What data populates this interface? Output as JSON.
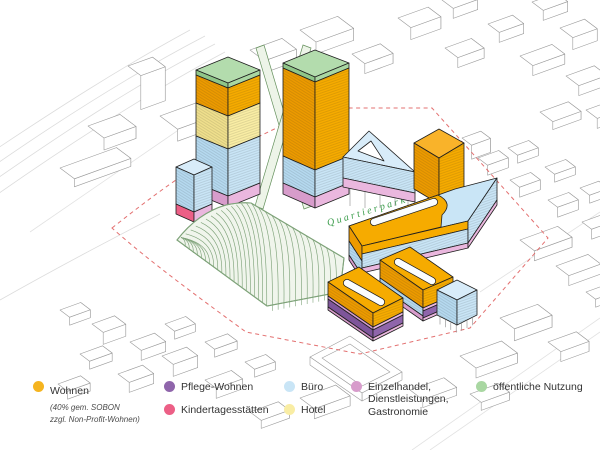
{
  "diagram": {
    "park_label": "Quartierpark"
  },
  "legend": {
    "items": [
      {
        "label": "Wohnen",
        "sublabel": "(40% gem. SOBON\nzzgl. Non-Profit-Wohnen)",
        "color_key": "wohnen"
      },
      {
        "label": "Pflege-Wohnen",
        "color_key": "pflege"
      },
      {
        "label": "Kindertagesstätten",
        "color_key": "kita"
      },
      {
        "label": "Büro",
        "color_key": "buero"
      },
      {
        "label": "Hotel",
        "color_key": "hotel"
      },
      {
        "label": "Einzelhandel,\nDienstleistungen,\nGastronomie",
        "color_key": "einzelhandel"
      },
      {
        "label": "öffentliche Nutzung",
        "color_key": "oeffentlich"
      }
    ]
  },
  "colors": {
    "wohnen": "#F6AB00",
    "wohnen_dark": "#EC9A00",
    "wohnen_dot": "#F5B41F",
    "hotel": "#F9EDA4",
    "hotel_dark": "#EFDF8C",
    "buero": "#C9E5F6",
    "buero_dark": "#B5D9EF",
    "buero_light": "#D8ECF9",
    "einzelhandel": "#EAB7DE",
    "einzelhandel_dark": "#D79CCB",
    "kita": "#EC5F86",
    "pflege": "#8F65AB",
    "pflege_dark": "#7E559A",
    "oeffentlich": "#A9D7A2",
    "oeffentlich_dark": "#8FC689",
    "oeffentlich_top": "#B3DCAD",
    "hall_fill": "#F0F5EC",
    "hall_line": "#7FA37A",
    "brace": "#EDF4E8",
    "brace_line": "#64905C",
    "park_text": "#3E9E4E",
    "boundary": "#E06060",
    "context_line": "#9B9B9B",
    "outline": "#1F1F1F"
  }
}
